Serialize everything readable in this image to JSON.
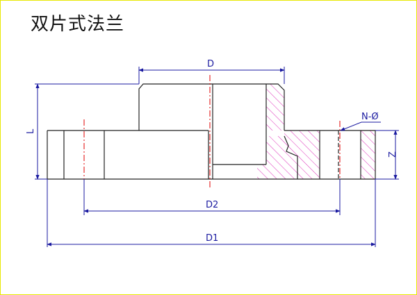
{
  "title": "双片式法兰",
  "labels": {
    "D": "D",
    "D1": "D1",
    "D2": "D2",
    "L": "L",
    "Z": "Z",
    "N_diameter": "N-Ø"
  },
  "colors": {
    "frame_border": "#e8e800",
    "part_outline": "#222222",
    "dimension": "#1a1aa0",
    "centerline": "#e00000",
    "hatch": "#e040c0"
  }
}
